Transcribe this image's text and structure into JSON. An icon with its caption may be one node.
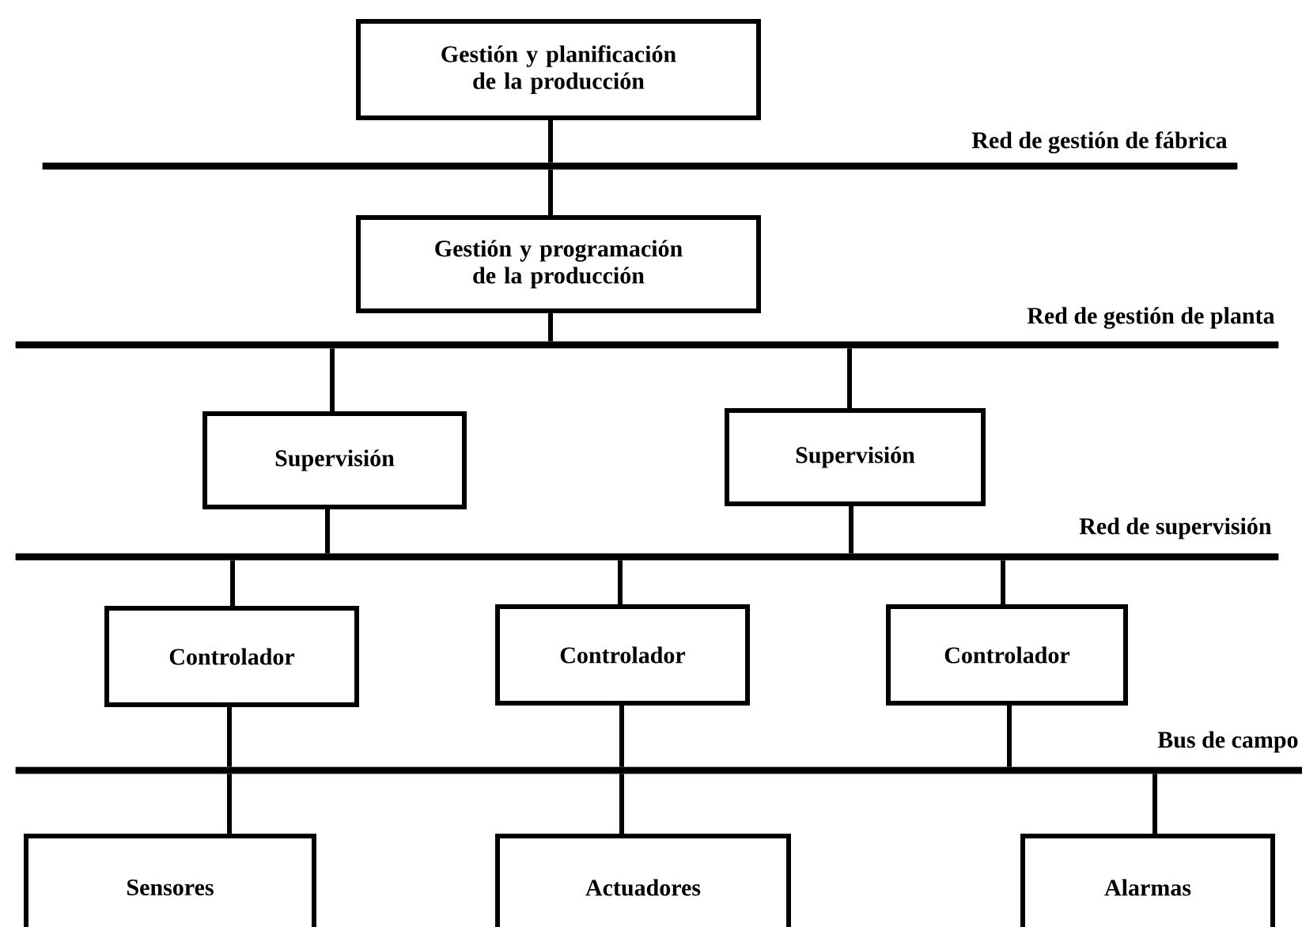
{
  "diagram": {
    "nodes": [
      {
        "text": [
          "Gestión y planificación de la producción"
        ]
      },
      {
        "text": [],
        "shape": "bar",
        "beside": [
          "Red de gestión de fábrica"
        ]
      },
      {
        "text": [
          "Gestión y programación de la producción"
        ]
      },
      {
        "text": [],
        "shape": "bar",
        "beside": [
          "Red de gestión de planta"
        ]
      },
      {
        "text": [
          "Supervisión"
        ]
      },
      {
        "text": [
          "Supervisión"
        ]
      },
      {
        "text": [],
        "shape": "bar",
        "beside": [
          "Red de supervisión"
        ]
      },
      {
        "text": [
          "Controlador"
        ]
      },
      {
        "text": [
          "Controlador"
        ]
      },
      {
        "text": [
          "Controlador"
        ]
      },
      {
        "text": [],
        "shape": "bar",
        "beside": [
          "Bus de campo"
        ]
      },
      {
        "text": [
          "Sensores"
        ]
      },
      {
        "text": [
          "Actuadores"
        ]
      },
      {
        "text": [
          "Alarmas"
        ]
      }
    ],
    "edges": [
      {
        "from": 0,
        "to": 1,
        "arrow": "none"
      },
      {
        "from": 1,
        "to": 2,
        "arrow": "none"
      },
      {
        "from": 2,
        "to": 3,
        "arrow": "none"
      },
      {
        "from": 3,
        "to": 4,
        "arrow": "none"
      },
      {
        "from": 3,
        "to": 5,
        "arrow": "none"
      },
      {
        "from": 4,
        "to": 6,
        "arrow": "none"
      },
      {
        "from": 5,
        "to": 6,
        "arrow": "none"
      },
      {
        "from": 6,
        "to": 7,
        "arrow": "none"
      },
      {
        "from": 6,
        "to": 8,
        "arrow": "none"
      },
      {
        "from": 6,
        "to": 9,
        "arrow": "none"
      },
      {
        "from": 7,
        "to": 10,
        "arrow": "none"
      },
      {
        "from": 8,
        "to": 10,
        "arrow": "none"
      },
      {
        "from": 9,
        "to": 10,
        "arrow": "none"
      },
      {
        "from": 10,
        "to": 11,
        "arrow": "none"
      },
      {
        "from": 10,
        "to": 12,
        "arrow": "none"
      },
      {
        "from": 10,
        "to": 13,
        "arrow": "none"
      }
    ]
  }
}
